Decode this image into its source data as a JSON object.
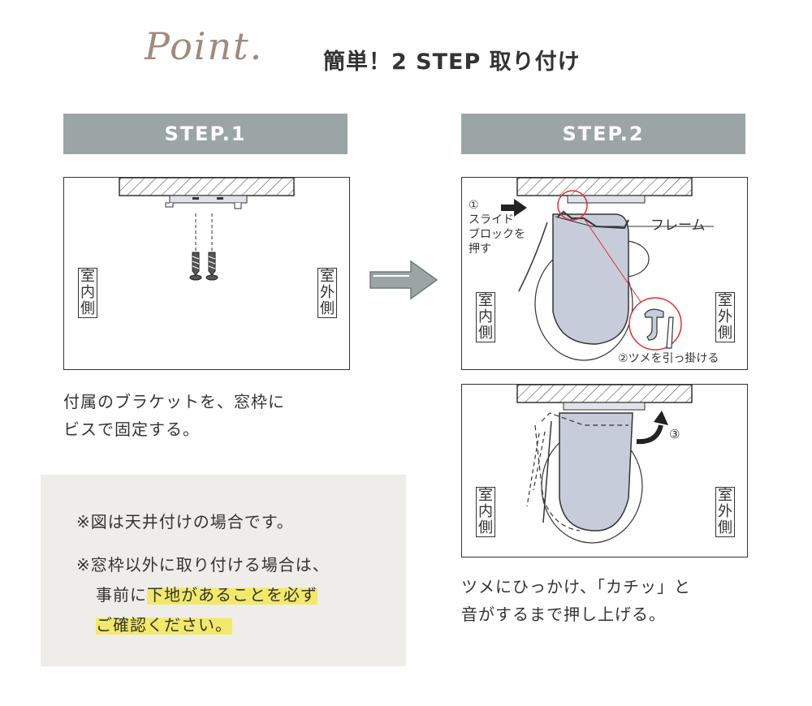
{
  "header": {
    "point_word": "Point.",
    "title": "簡単！2 STEP 取り付け"
  },
  "step1": {
    "label": "STEP.1",
    "indoor": "室内側",
    "outdoor": "室外側",
    "desc_line1": "付属のブラケットを、窓枠に",
    "desc_line2": "ビスで固定する。"
  },
  "step2": {
    "label": "STEP.2",
    "slide_num": "①",
    "slide_line1": "スライド",
    "slide_line2": "ブロックを",
    "slide_line3": "押す",
    "frame_label": "フレーム",
    "hook_label": "②ツメを引っ掛ける",
    "push_num": "③",
    "indoor": "室内側",
    "outdoor": "室外側",
    "desc_line1": "ツメにひっかけ、「カチッ」と",
    "desc_line2": "音がするまで押し上げる。"
  },
  "notes": {
    "line1": "※図は天井付けの場合です。",
    "line2": "※窓枠以外に取り付ける場合は、",
    "line3_plain": "事前に",
    "line3_hl": "下地があることを必ず",
    "line4_hl": "ご確認ください。"
  },
  "colors": {
    "step_bar": "#9ba5a6",
    "blind_fill": "#c7ccdb",
    "highlight": "#f2e96a",
    "note_bg": "#efedea",
    "accent_red": "#e03030"
  }
}
